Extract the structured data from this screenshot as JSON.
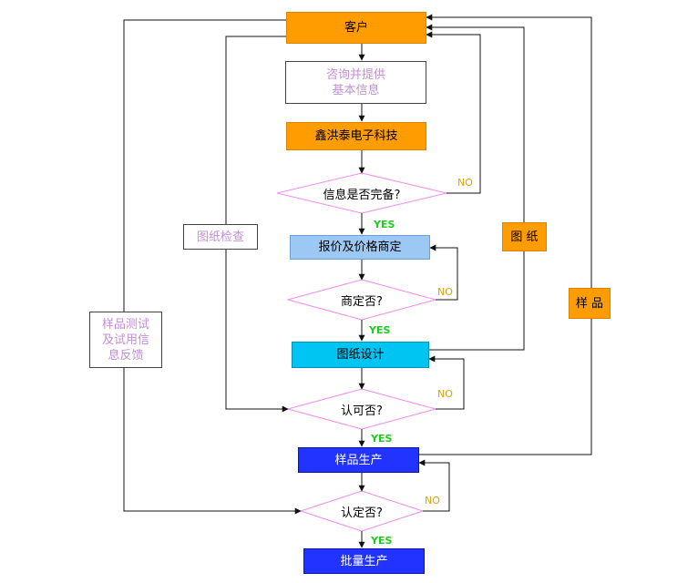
{
  "nodes": {
    "customer": "客户",
    "consult_line1": "咨询并提供",
    "consult_line2": "基本信息",
    "company": "鑫洪泰电子科技",
    "quote": "报价及价格商定",
    "drawing_design": "图纸设计",
    "sample_production": "样品生产",
    "mass_production": "批量生产",
    "drawing_check": "图纸检查",
    "drawing": "图 纸",
    "sample": "样 品",
    "feedback_line1": "样品测试",
    "feedback_line2": "及试用信",
    "feedback_line3": "息反馈"
  },
  "decisions": {
    "info_complete": "信息是否完备?",
    "negotiated": "商定否?",
    "approved": "认可否?",
    "confirmed": "认定否?"
  },
  "labels": {
    "yes": "YES",
    "no": "NO"
  },
  "colors": {
    "orange": "#ff9c00",
    "light_blue": "#9cc8f4",
    "cyan": "#00c4f2",
    "blue": "#2233ff",
    "decision_border": "#f08cf0",
    "yes_text": "#1ecc1e",
    "no_text": "#e0a000",
    "pale_purple_text": "#c38fd6"
  }
}
